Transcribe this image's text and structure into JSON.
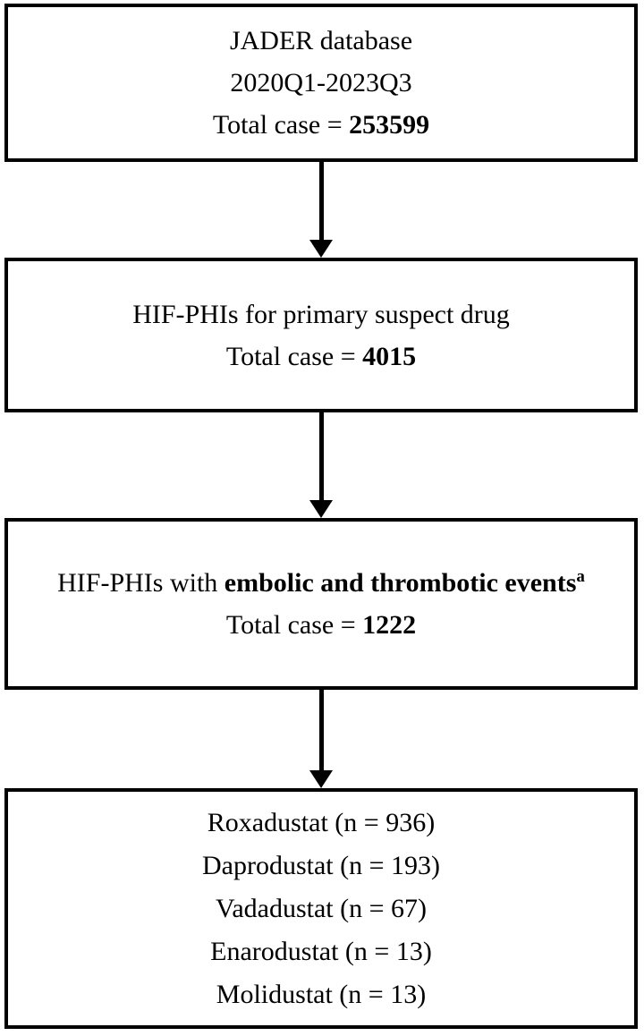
{
  "colors": {
    "background": "#ffffff",
    "border": "#000000",
    "text": "#000000"
  },
  "flow": {
    "box1": {
      "line1": "JADER database",
      "line2": "2020Q1-2023Q3",
      "total_label": "Total case = ",
      "total_value": "253599"
    },
    "box2": {
      "line1": "HIF-PHIs for primary suspect drug",
      "total_label": "Total case = ",
      "total_value": "4015"
    },
    "box3": {
      "line1_normal": "HIF-PHIs with ",
      "line1_bold": "embolic and thrombotic events",
      "line1_superscript": "a",
      "total_label": "Total case = ",
      "total_value": "1222"
    },
    "box4": {
      "lines": [
        "Roxadustat (n = 936)",
        "Daprodustat (n = 193)",
        "Vadadustat (n = 67)",
        "Enarodustat (n = 13)",
        "Molidustat (n = 13)"
      ]
    },
    "arrows": {
      "direction": "down",
      "count": 3
    }
  }
}
